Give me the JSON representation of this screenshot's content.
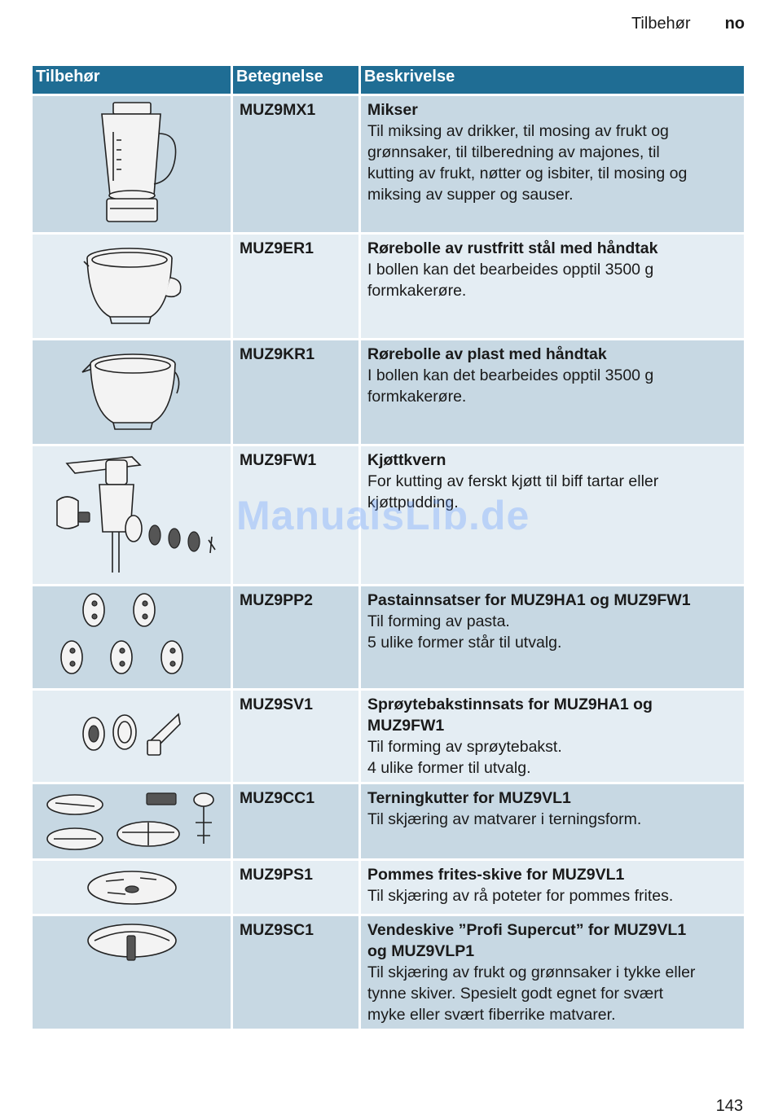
{
  "header": {
    "section": "Tilbehør",
    "language": "no"
  },
  "table": {
    "columns": [
      "Tilbehør",
      "Betegnelse",
      "Beskrivelse"
    ],
    "rows": [
      {
        "image_icon": "blender-jug-icon",
        "code": "MUZ9MX1",
        "title": "Mikser",
        "text": "Til miksing av drikker, til mosing av frukt og\ngrønnsaker, til tilberedning av majones, til\nkutting av frukt, nøtter og isbiter, til mosing og\nmiksing av supper og sauser."
      },
      {
        "image_icon": "steel-bowl-icon",
        "code": "MUZ9ER1",
        "title": "Rørebolle av rustfritt stål med håndtak",
        "text": "I bollen kan det bearbeides opptil 3500 g\nformkakerøre."
      },
      {
        "image_icon": "plastic-bowl-icon",
        "code": "MUZ9KR1",
        "title": "Rørebolle av plast med håndtak",
        "text": "I bollen kan det bearbeides opptil 3500 g\nformkakerøre."
      },
      {
        "image_icon": "meat-grinder-icon",
        "code": "MUZ9FW1",
        "title": "Kjøttkvern",
        "text": "For kutting av ferskt kjøtt til biff tartar eller\nkjøttpudding."
      },
      {
        "image_icon": "pasta-discs-icon",
        "code": "MUZ9PP2",
        "title": "Pastainnsatser for MUZ9HA1 og MUZ9FW1",
        "text": "Til forming av pasta.\n5 ulike former står til utvalg."
      },
      {
        "image_icon": "cookie-press-icon",
        "code": "MUZ9SV1",
        "title": "Sprøytebakstinnsats for MUZ9HA1 og\nMUZ9FW1",
        "text": "Til forming av sprøytebakst.\n4 ulike former til utvalg."
      },
      {
        "image_icon": "dicing-kit-icon",
        "code": "MUZ9CC1",
        "title": "Terningkutter for MUZ9VL1",
        "text": "Til skjæring av matvarer i terningsform."
      },
      {
        "image_icon": "fries-disc-icon",
        "code": "MUZ9PS1",
        "title": "Pommes frites-skive for MUZ9VL1",
        "text": "Til skjæring av rå poteter for pommes frites."
      },
      {
        "image_icon": "reversible-disc-icon",
        "code": "MUZ9SC1",
        "title": "Vendeskive ”Profi Supercut” for MUZ9VL1\nog MUZ9VLP1",
        "text": "Til skjæring av frukt og grønnsaker i tykke eller\ntynne skiver. Spesielt godt egnet for svært\nmyke eller svært fiberrike matvarer."
      }
    ]
  },
  "watermark": "ManualsLib.de",
  "page_number": "143"
}
